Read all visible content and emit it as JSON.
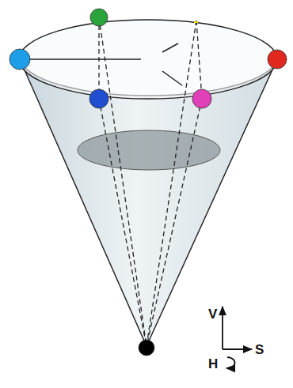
{
  "diagram": {
    "labels": [
      "V",
      "H",
      "S"
    ]
  }
}
